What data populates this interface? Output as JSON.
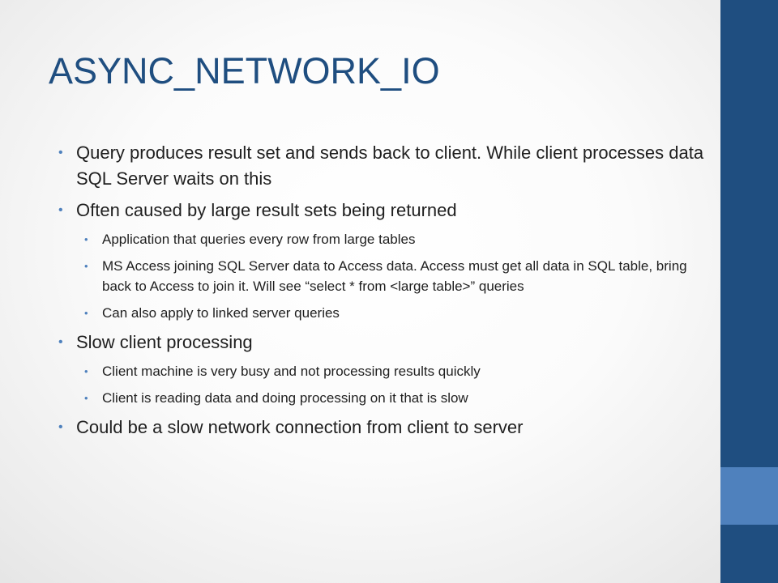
{
  "title": "ASYNC_NETWORK_IO",
  "bullets": [
    {
      "level": 1,
      "text": "Query produces result set and sends back to client. While client processes data SQL Server waits on this"
    },
    {
      "level": 1,
      "text": "Often caused by large result sets being returned"
    },
    {
      "level": 2,
      "text": "Application that queries every row from large tables"
    },
    {
      "level": 2,
      "text": "MS Access joining SQL Server data to Access data. Access must get all data in SQL table, bring back to Access to join it. Will see “select * from <large table>” queries"
    },
    {
      "level": 2,
      "text": "Can also apply to linked server queries"
    },
    {
      "level": 1,
      "text": "Slow client processing"
    },
    {
      "level": 2,
      "text": "Client machine is very busy and not processing results quickly"
    },
    {
      "level": 2,
      "text": "Client is reading data and doing processing on it that is slow"
    },
    {
      "level": 1,
      "text": "Could be a slow network connection from client to server"
    }
  ],
  "bullet_glyph": "•",
  "colors": {
    "title": "#1f4e80",
    "bullet": "#4f81bd",
    "side_panel": "#1f4e80",
    "side_accent": "#4f81bd",
    "text": "#1f1f1f"
  }
}
